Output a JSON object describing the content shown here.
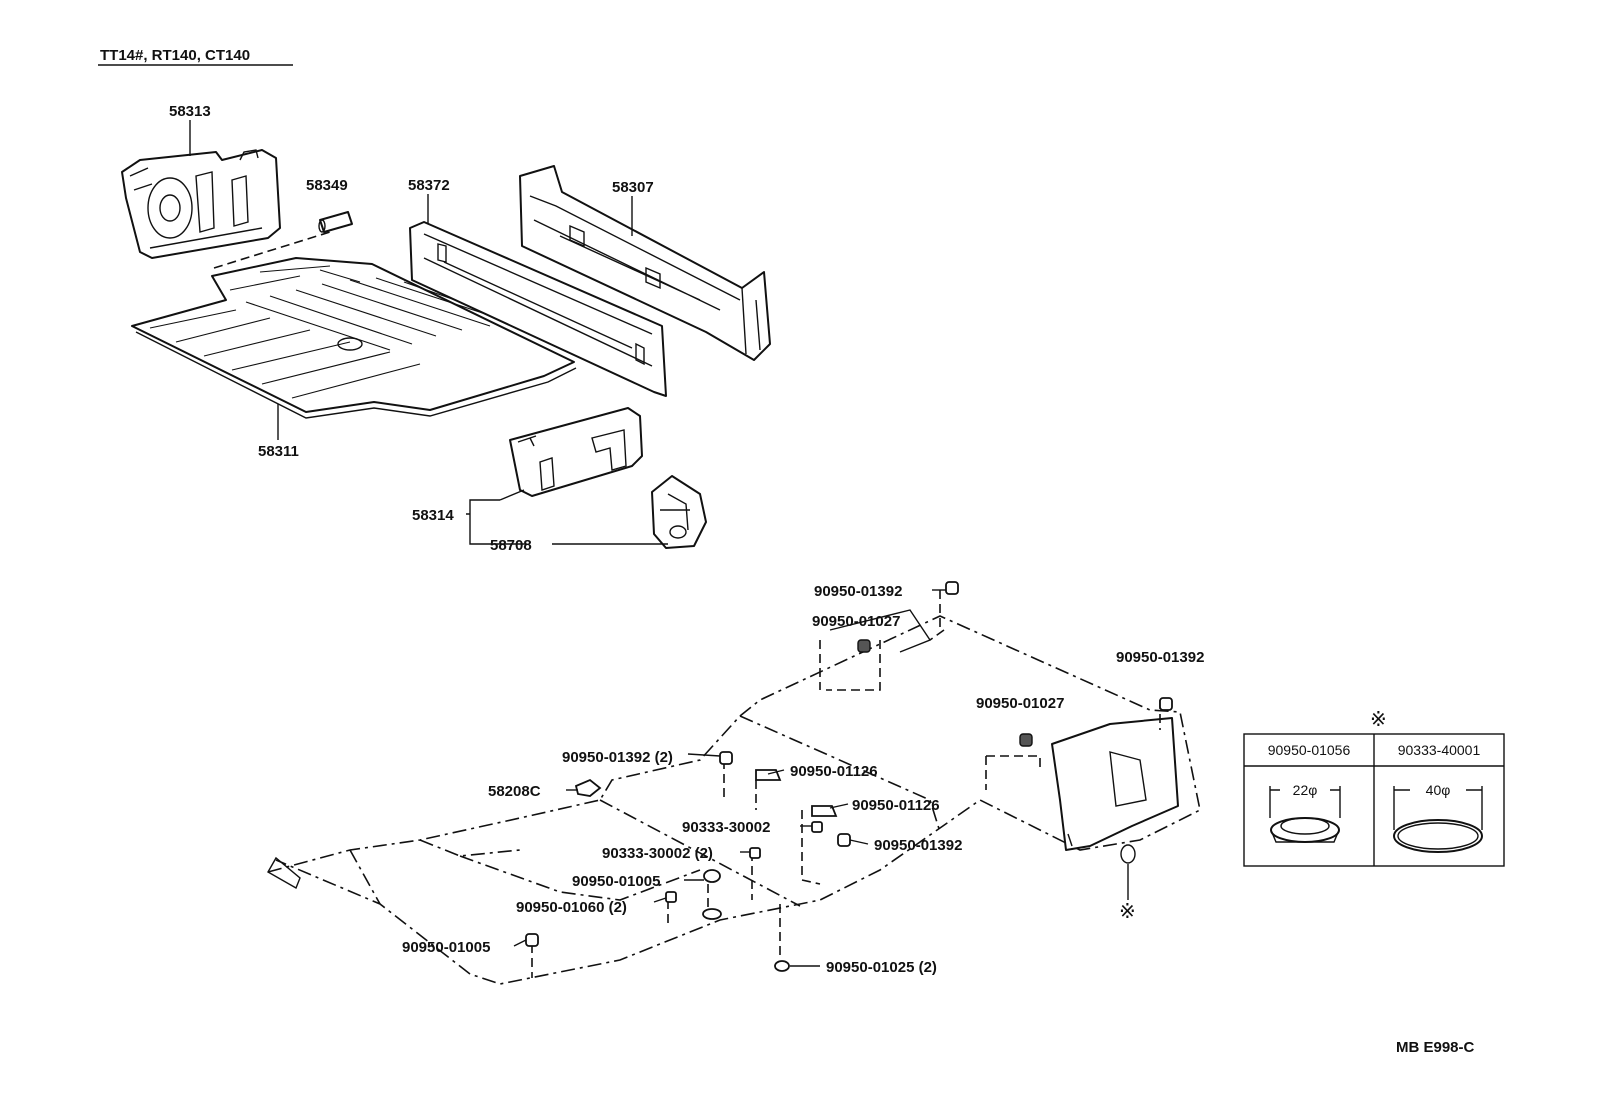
{
  "title": "TT14#, RT140, CT140",
  "drawing_code": "MB E998-C",
  "callouts": {
    "p58313": "58313",
    "p58349": "58349",
    "p58372": "58372",
    "p58307": "58307",
    "p58311": "58311",
    "p58314": "58314",
    "p58708": "58708",
    "c_01392_top": "90950-01392",
    "c_01027_top": "90950-01027",
    "c_01392_right": "90950-01392",
    "c_01027_mid": "90950-01027",
    "c_01392_x2": "90950-01392 (2)",
    "c_01126_a": "90950-01126",
    "c_58208C": "58208C",
    "c_01126_b": "90950-01126",
    "c_30002_a": "90333-30002",
    "c_01392_low": "90950-01392",
    "c_30002_x2": "90333-30002 (2)",
    "c_01005_a": "90950-01005",
    "c_01060_x2": "90950-01060 (2)",
    "c_01005_b": "90950-01005",
    "c_01025_x2": "90950-01025 (2)"
  },
  "reference_mark": "※",
  "plug_table": {
    "mark": "※",
    "columns": [
      {
        "part": "90950-01056",
        "size": "22φ"
      },
      {
        "part": "90333-40001",
        "size": "40φ"
      }
    ]
  }
}
